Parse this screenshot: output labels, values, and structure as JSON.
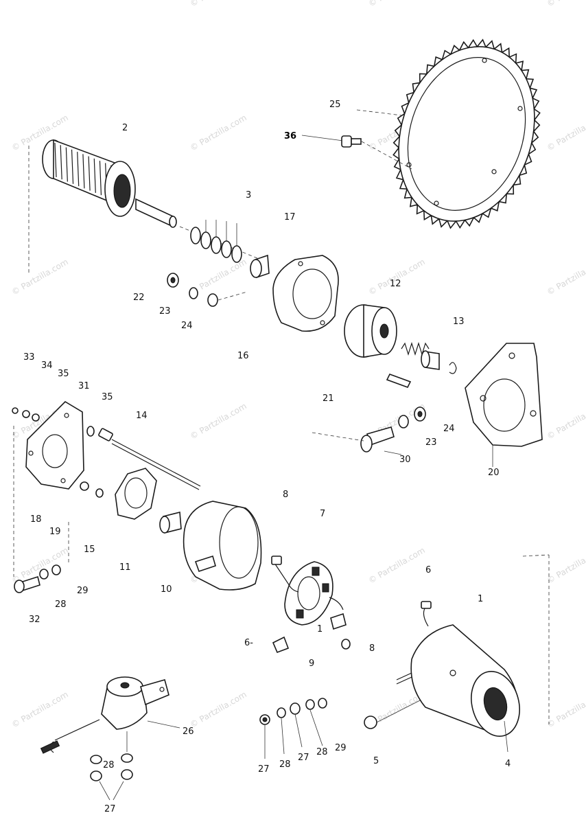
{
  "diagram": {
    "callouts": [
      {
        "id": "c25",
        "text": "25"
      },
      {
        "id": "c36",
        "text": "36"
      },
      {
        "id": "c2",
        "text": "2"
      },
      {
        "id": "c3",
        "text": "3"
      },
      {
        "id": "c17",
        "text": "17"
      },
      {
        "id": "c22",
        "text": "22"
      },
      {
        "id": "c23a",
        "text": "23"
      },
      {
        "id": "c24a",
        "text": "24"
      },
      {
        "id": "c12",
        "text": "12"
      },
      {
        "id": "c13",
        "text": "13"
      },
      {
        "id": "c16",
        "text": "16"
      },
      {
        "id": "c33",
        "text": "33"
      },
      {
        "id": "c34",
        "text": "34"
      },
      {
        "id": "c35a",
        "text": "35"
      },
      {
        "id": "c31",
        "text": "31"
      },
      {
        "id": "c35b",
        "text": "35"
      },
      {
        "id": "c14",
        "text": "14"
      },
      {
        "id": "c21",
        "text": "21"
      },
      {
        "id": "c23b",
        "text": "23"
      },
      {
        "id": "c24b",
        "text": "24"
      },
      {
        "id": "c30",
        "text": "30"
      },
      {
        "id": "c20",
        "text": "20"
      },
      {
        "id": "c8a",
        "text": "8"
      },
      {
        "id": "c7",
        "text": "7"
      },
      {
        "id": "c18",
        "text": "18"
      },
      {
        "id": "c19",
        "text": "19"
      },
      {
        "id": "c15",
        "text": "15"
      },
      {
        "id": "c11",
        "text": "11"
      },
      {
        "id": "c10",
        "text": "10"
      },
      {
        "id": "c29a",
        "text": "29"
      },
      {
        "id": "c28a",
        "text": "28"
      },
      {
        "id": "c32",
        "text": "32"
      },
      {
        "id": "c6a",
        "text": "6"
      },
      {
        "id": "c1a",
        "text": "1"
      },
      {
        "id": "c1b",
        "text": "1"
      },
      {
        "id": "c6b",
        "text": "6-"
      },
      {
        "id": "c9",
        "text": "9"
      },
      {
        "id": "c8b",
        "text": "8"
      },
      {
        "id": "c26",
        "text": "26"
      },
      {
        "id": "c27a",
        "text": "27"
      },
      {
        "id": "c28b",
        "text": "28"
      },
      {
        "id": "c27b",
        "text": "27"
      },
      {
        "id": "c28c",
        "text": "28"
      },
      {
        "id": "c29b",
        "text": "29"
      },
      {
        "id": "c5",
        "text": "5"
      },
      {
        "id": "c4",
        "text": "4"
      },
      {
        "id": "c28d",
        "text": "28"
      },
      {
        "id": "c27c",
        "text": "27"
      }
    ],
    "watermark": "© Partzilla.com"
  }
}
